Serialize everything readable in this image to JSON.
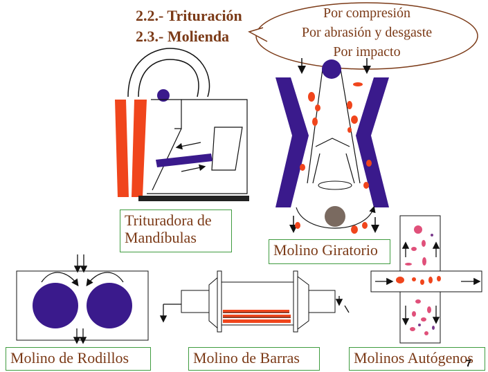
{
  "titles": [
    "2.2.- Trituración",
    "2.3.- Molienda"
  ],
  "mechanisms": [
    "Por compresión",
    "Por abrasión y desgaste",
    "Por impacto"
  ],
  "labels": {
    "jaw_crusher": [
      "Trituradora de",
      "Mandíbulas"
    ],
    "gyratory_mill": "Molino Giratorio",
    "roller_mill": "Molino de Rodillos",
    "rod_mill": "Molino de Barras",
    "autogenous_mill": "Molinos Autógenos"
  },
  "page_number": "7",
  "colors": {
    "title": "#7b3a17",
    "label_border": "#3e9b3e",
    "orange": "#f0451c",
    "purple": "#3a1a8c",
    "pink": "#e0507a"
  }
}
